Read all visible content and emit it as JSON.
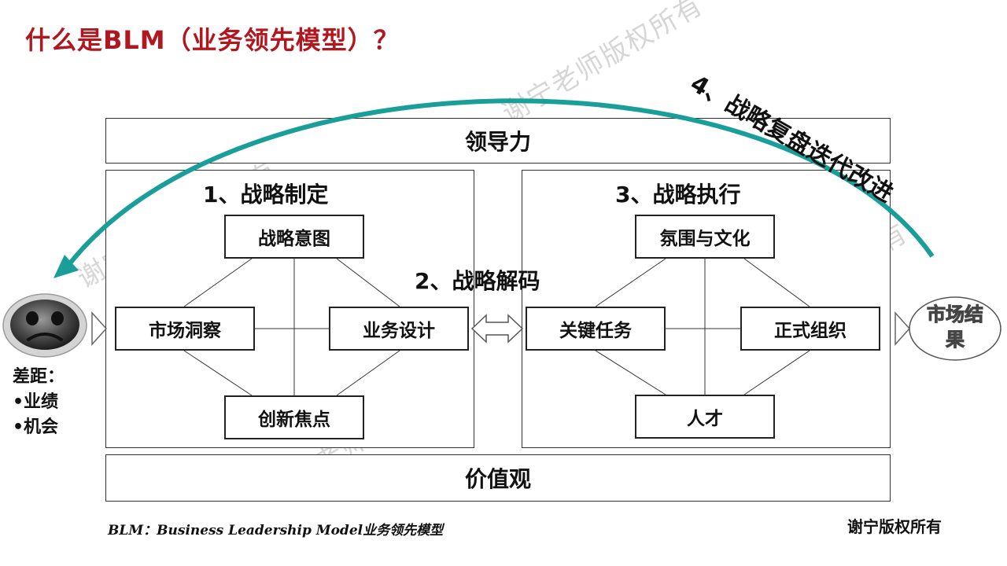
{
  "title": "什么是BLM（业务领先模型）？",
  "layers": {
    "top": "领导力",
    "bottom": "价值观"
  },
  "strategy_formulation": {
    "title": "1、战略制定",
    "nodes": {
      "top": "战略意图",
      "left": "市场洞察",
      "right": "业务设计",
      "bottom": "创新焦点"
    }
  },
  "decoding": {
    "label": "2、战略解码"
  },
  "strategy_execution": {
    "title": "3、战略执行",
    "nodes": {
      "top": "氛围与文化",
      "left": "关键任务",
      "right": "正式组织",
      "bottom": "人才"
    }
  },
  "loop": {
    "label": "4、战略复盘迭代改进",
    "color": "#1a9e9a"
  },
  "gap": {
    "title": "差距：",
    "items": [
      "•业绩",
      "•机会"
    ]
  },
  "result": {
    "label": "市场结果"
  },
  "footnote": "BLM：Business Leadership Model业务领先模型",
  "copyright": "谢宁版权所有",
  "watermark": "谢宁老师版权所有",
  "colors": {
    "title": "#b0171f",
    "watermark": "#d6d6d6"
  }
}
